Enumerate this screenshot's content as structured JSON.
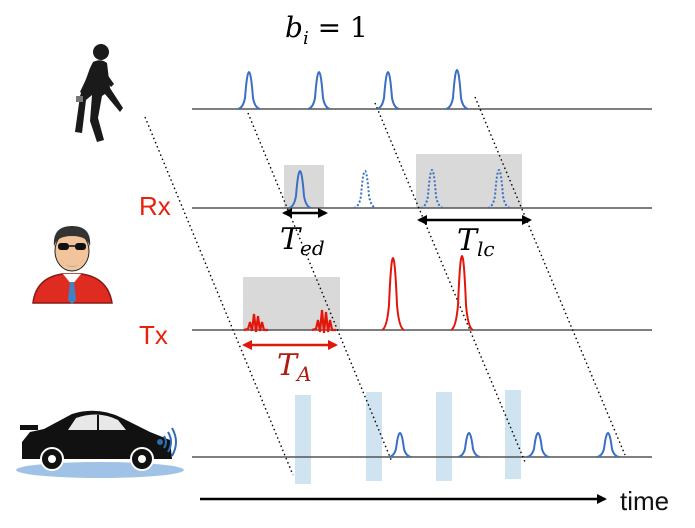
{
  "title": {
    "var": "b",
    "sub": "i",
    "rest": " = 1"
  },
  "labels": {
    "rx": "Rx",
    "tx": "Tx",
    "time": "time"
  },
  "intervals": {
    "ted": {
      "main": "T",
      "sub": "ed"
    },
    "tlc": {
      "main": "T",
      "sub": "lc"
    },
    "ta": {
      "main": "T",
      "sub": "A"
    }
  },
  "colors": {
    "blue_pulse": "#3a6fc4",
    "red_pulse": "#e3160b",
    "rx_tx_label": "#e8220c",
    "shade_gray": "#d9d9d9",
    "shade_blue": "#cfe3f0",
    "axis": "#555555"
  },
  "icons": [
    "walking-person-icon",
    "attacker-person-icon",
    "sports-car-icon",
    "wireless-signal-icon"
  ]
}
